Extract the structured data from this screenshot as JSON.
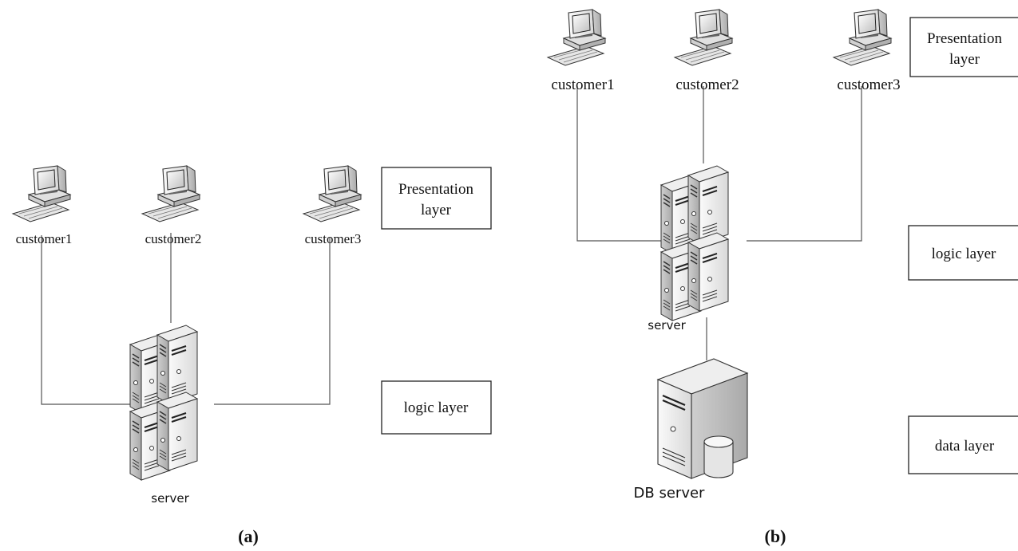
{
  "diagram_a": {
    "customer1": "customer1",
    "customer2": "customer2",
    "customer3": "customer3",
    "server": "server",
    "presentation_line1": "Presentation",
    "presentation_line2": "layer",
    "logic_layer": "logic layer",
    "caption": "(a)"
  },
  "diagram_b": {
    "customer1": "customer1",
    "customer2": "customer2",
    "customer3": "customer3",
    "server": "server",
    "db_server": "DB server",
    "presentation_line1": "Presentation",
    "presentation_line2": "layer",
    "logic_layer": "logic layer",
    "data_layer": "data layer",
    "caption": "(b)"
  }
}
